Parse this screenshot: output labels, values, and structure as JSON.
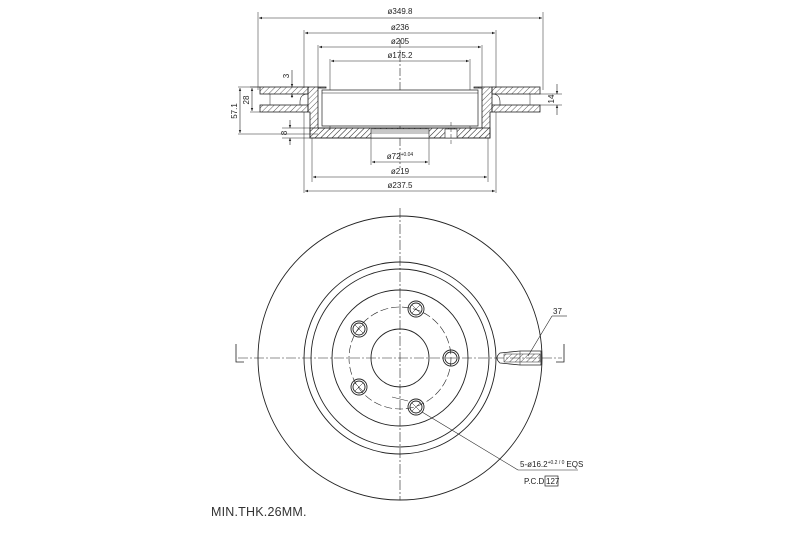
{
  "drawing": {
    "title": "Brake disc technical drawing",
    "section_view": {
      "dimensions": {
        "outer_diameter": "ø349.8",
        "hat_outer_diameter": "ø236",
        "hat_mid_diameter": "ø205",
        "hat_inner_diameter": "ø175.2",
        "flange_thickness_top": "3",
        "disc_thickness": "28",
        "total_height": "57.1",
        "hub_thickness": "8",
        "vent_gap": "14",
        "center_bore_diameter": "ø72",
        "center_bore_tolerance_upper": "+0.04",
        "center_bore_tolerance_lower": "0",
        "hat_bottom_inner_diameter": "ø219",
        "hat_bottom_outer_diameter": "ø237.5"
      }
    },
    "front_view": {
      "vane_label": "37",
      "bolt_holes_note": "5-ø16.2",
      "bolt_holes_tolerance": "+0.2 / 0",
      "bolt_holes_suffix": "EQS",
      "pcd_label": "P.C.D",
      "pcd_value": "127",
      "bolt_hole_count": 5
    },
    "notes": {
      "min_thickness": "MIN.THK.26MM."
    },
    "colors": {
      "line": "#222222",
      "background": "#ffffff"
    }
  }
}
